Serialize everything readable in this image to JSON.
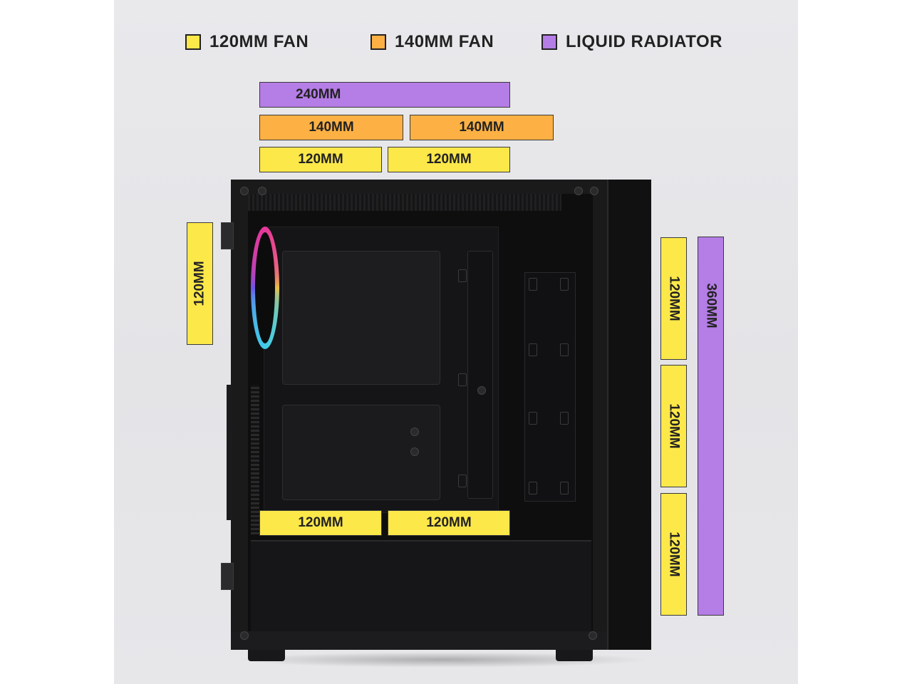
{
  "legend": [
    {
      "label": "120MM FAN",
      "color": "#fde84a"
    },
    {
      "label": "140MM FAN",
      "color": "#fdb144"
    },
    {
      "label": "LIQUID RADIATOR",
      "color": "#b57de6"
    }
  ],
  "top_mounts": {
    "radiator": "240MM",
    "fan140": [
      "140MM",
      "140MM"
    ],
    "fan120": [
      "120MM",
      "120MM"
    ]
  },
  "rear_mount": "120MM",
  "bottom_mounts": [
    "120MM",
    "120MM"
  ],
  "front_mounts": {
    "fan120": [
      "120MM",
      "120MM",
      "120MM"
    ],
    "radiator": "360MM"
  },
  "colors": {
    "fan120": "#fde84a",
    "fan140": "#fdb144",
    "radiator": "#b57de6",
    "case": "#1a1a1b",
    "background": "#e7e7ea"
  }
}
